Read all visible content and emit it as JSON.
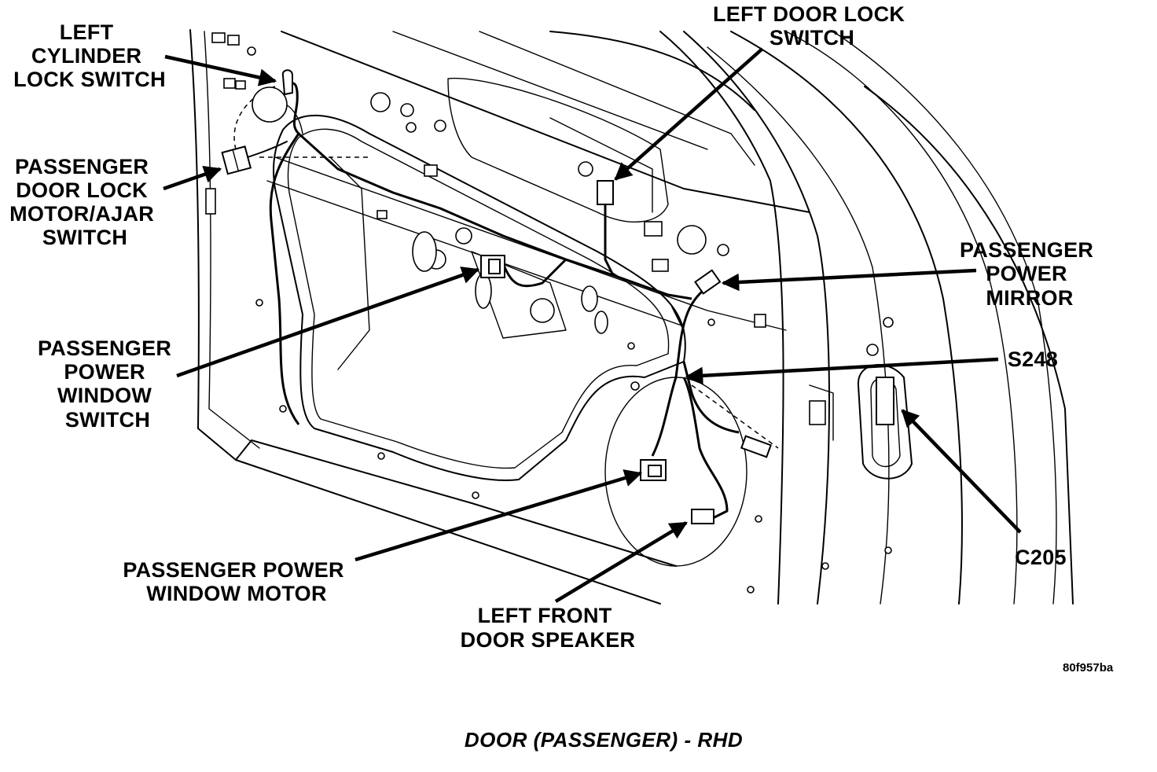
{
  "labels": {
    "left_cylinder_lock_switch": [
      "LEFT",
      "CYLINDER",
      "LOCK SWITCH"
    ],
    "passenger_door_lock_motor": [
      "PASSENGER",
      "DOOR LOCK",
      "MOTOR/AJAR",
      "SWITCH"
    ],
    "passenger_power_window_switch": [
      "PASSENGER",
      "POWER",
      "WINDOW",
      "SWITCH"
    ],
    "passenger_power_window_motor": [
      "PASSENGER POWER",
      "WINDOW MOTOR"
    ],
    "left_front_door_speaker": [
      "LEFT FRONT",
      "DOOR SPEAKER"
    ],
    "left_door_lock_switch": [
      "LEFT DOOR LOCK",
      "SWITCH"
    ],
    "passenger_power_mirror": [
      "PASSENGER",
      "POWER",
      "MIRROR"
    ],
    "s248": "S248",
    "c205": "C205"
  },
  "figure_code": "80f957ba",
  "caption": "DOOR (PASSENGER) - RHD"
}
